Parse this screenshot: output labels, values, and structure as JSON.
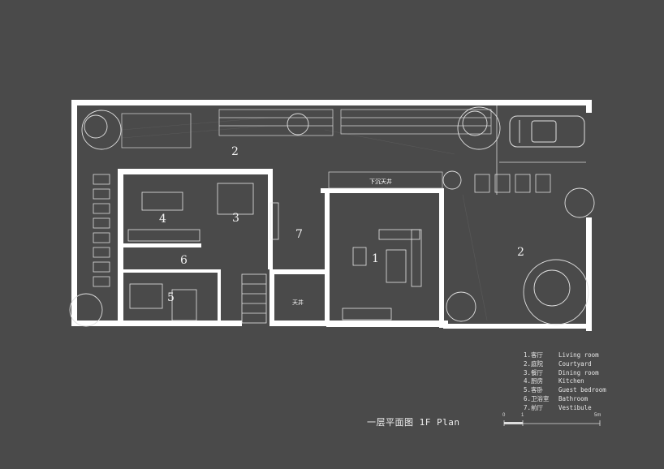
{
  "rooms": [
    {
      "num": "1",
      "zh": "客厅",
      "en": "Living room"
    },
    {
      "num": "2",
      "zh": "庭院",
      "en": "Courtyard"
    },
    {
      "num": "3",
      "zh": "餐厅",
      "en": "Dining room"
    },
    {
      "num": "4",
      "zh": "厨房",
      "en": "Kitchen"
    },
    {
      "num": "5",
      "zh": "客卧",
      "en": "Guest bedroom"
    },
    {
      "num": "6",
      "zh": "卫浴室",
      "en": "Bathroom"
    },
    {
      "num": "7",
      "zh": "前厅",
      "en": "Vestibule"
    }
  ],
  "room_labels": {
    "r1": "1",
    "r2a": "2",
    "r2b": "2",
    "r3": "3",
    "r4": "4",
    "r5": "5",
    "r6": "6",
    "r7": "7"
  },
  "small_labels": {
    "sunken_court": "下沉天井",
    "light_well": "天井"
  },
  "title": "一层平面图 1F Plan",
  "scale": {
    "t0": "0",
    "t1": "1",
    "t5": "5m"
  },
  "colors": {
    "background": "#4a4a4a",
    "wall": "#ffffff",
    "line": "#d8d8d8",
    "tree": "#e0e0e0"
  }
}
